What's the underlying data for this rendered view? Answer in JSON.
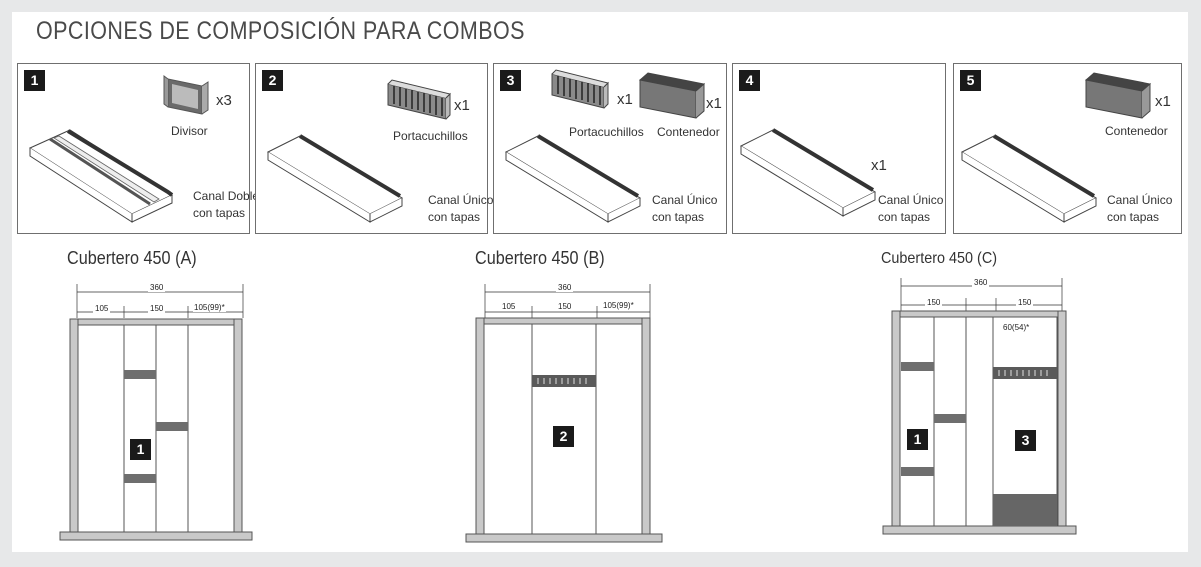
{
  "title": "OPCIONES DE COMPOSICIÓN PARA COMBOS",
  "panels": [
    {
      "number": "1",
      "accessory_label": "Divisor",
      "accessory_qty": "x3",
      "tray_label_line1": "Canal Doble",
      "tray_label_line2": "con tapas"
    },
    {
      "number": "2",
      "accessory_label": "Portacuchillos",
      "accessory_qty": "x1",
      "tray_label_line1": "Canal Único",
      "tray_label_line2": "con tapas"
    },
    {
      "number": "3",
      "accessory_label": "Portacuchillos",
      "accessory_qty": "x1",
      "accessory2_label": "Contenedor",
      "accessory2_qty": "x1",
      "tray_label_line1": "Canal Único",
      "tray_label_line2": "con tapas"
    },
    {
      "number": "4",
      "tray_qty": "x1",
      "tray_label_line1": "Canal Único",
      "tray_label_line2": "con tapas"
    },
    {
      "number": "5",
      "accessory_label": "Contenedor",
      "accessory_qty": "x1",
      "tray_label_line1": "Canal Único",
      "tray_label_line2": "con tapas"
    }
  ],
  "cuberteros": [
    {
      "title": "Cubertero 450 (A)",
      "total": "360",
      "segments": [
        "105",
        "150",
        "105(99)*"
      ],
      "badges": [
        "1"
      ]
    },
    {
      "title": "Cubertero 450 (B)",
      "total": "360",
      "segments": [
        "105",
        "150",
        "105(99)*"
      ],
      "badges": [
        "2"
      ]
    },
    {
      "title": "Cubertero 450 (C)",
      "total": "360",
      "segments": [
        "150",
        "150"
      ],
      "extra_dim": "60(54)*",
      "badges": [
        "1",
        "3"
      ]
    }
  ],
  "colors": {
    "frame": "#7a7a7a",
    "frame_fill": "#c9c9c9",
    "dark": "#1a1a1a",
    "divider": "#6e6e6e",
    "background": "#e7e8e9"
  }
}
